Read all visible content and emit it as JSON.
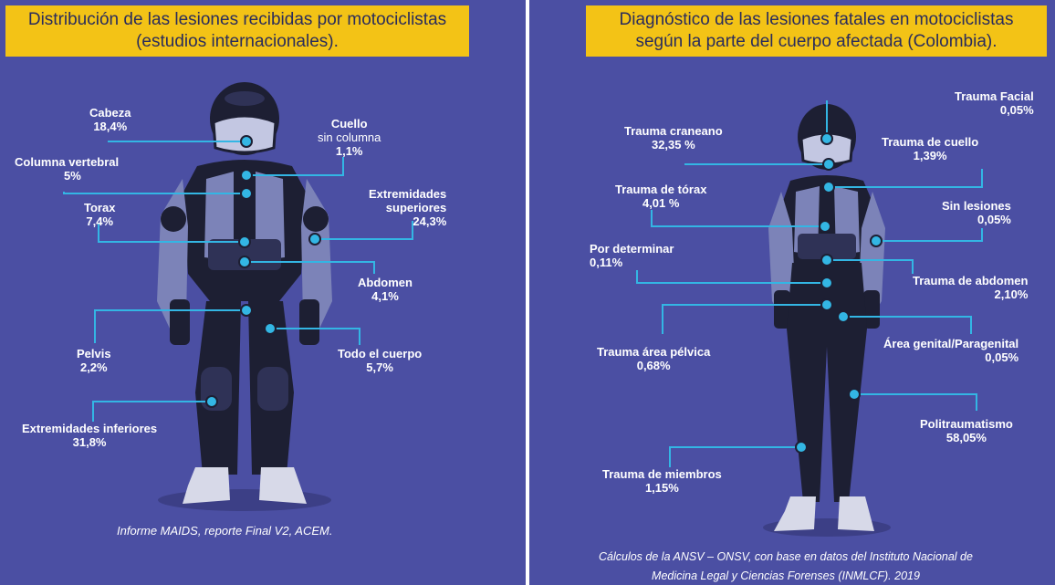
{
  "left": {
    "title_line1": "Distribución de las lesiones recibidas por motociclistas",
    "title_line2": "(estudios internacionales).",
    "labels": {
      "cabeza": {
        "name": "Cabeza",
        "value": "18,4%"
      },
      "cuello": {
        "name": "Cuello",
        "note": "sin columna",
        "value": "1,1%"
      },
      "columna": {
        "name": "Columna vertebral",
        "value": "5%"
      },
      "extremidades_superiores": {
        "name1": "Extremidades",
        "name2": "superiores",
        "value": "24,3%"
      },
      "torax": {
        "name": "Torax",
        "value": "7,4%"
      },
      "abdomen": {
        "name": "Abdomen",
        "value": "4,1%"
      },
      "pelvis": {
        "name": "Pelvis",
        "value": "2,2%"
      },
      "todo_cuerpo": {
        "name": "Todo el cuerpo",
        "value": "5,7%"
      },
      "extremidades_inferiores": {
        "name": "Extremidades inferiores",
        "value": "31,8%"
      }
    },
    "source": "Informe MAIDS, reporte Final V2, ACEM."
  },
  "right": {
    "title_line1": "Diagnóstico de las lesiones fatales en motociclistas",
    "title_line2": "según la parte del cuerpo afectada (Colombia).",
    "labels": {
      "trauma_facial": {
        "name": "Trauma Facial",
        "value": "0,05%"
      },
      "trauma_craneano": {
        "name": "Trauma craneano",
        "value": "32,35 %"
      },
      "trauma_cuello": {
        "name": "Trauma de cuello",
        "value": "1,39%"
      },
      "trauma_torax": {
        "name": "Trauma de tórax",
        "value": "4,01 %"
      },
      "sin_lesiones": {
        "name": "Sin lesiones",
        "value": "0,05%"
      },
      "por_determinar": {
        "name": "Por determinar",
        "value": "0,11%"
      },
      "trauma_abdomen": {
        "name": "Trauma de abdomen",
        "value": "2,10%"
      },
      "trauma_pelvica": {
        "name": "Trauma área pélvica",
        "value": "0,68%"
      },
      "area_genital": {
        "name": "Área genital/Paragenital",
        "value": "0,05%"
      },
      "politraumatismo": {
        "name": "Politraumatismo",
        "value": "58,05%"
      },
      "trauma_miembros": {
        "name": "Trauma de miembros",
        "value": "1,15%"
      }
    },
    "source_line1": "Cálculos de la ANSV – ONSV, con base en datos del Instituto Nacional de",
    "source_line2": "Medicina Legal y Ciencias Forenses (INMLCF). 2019"
  },
  "colors": {
    "background": "#4b4fa3",
    "banner": "#f3c316",
    "line": "#33b6e4",
    "suit": "#1d1f33",
    "suit_panel": "#7c83b8"
  }
}
